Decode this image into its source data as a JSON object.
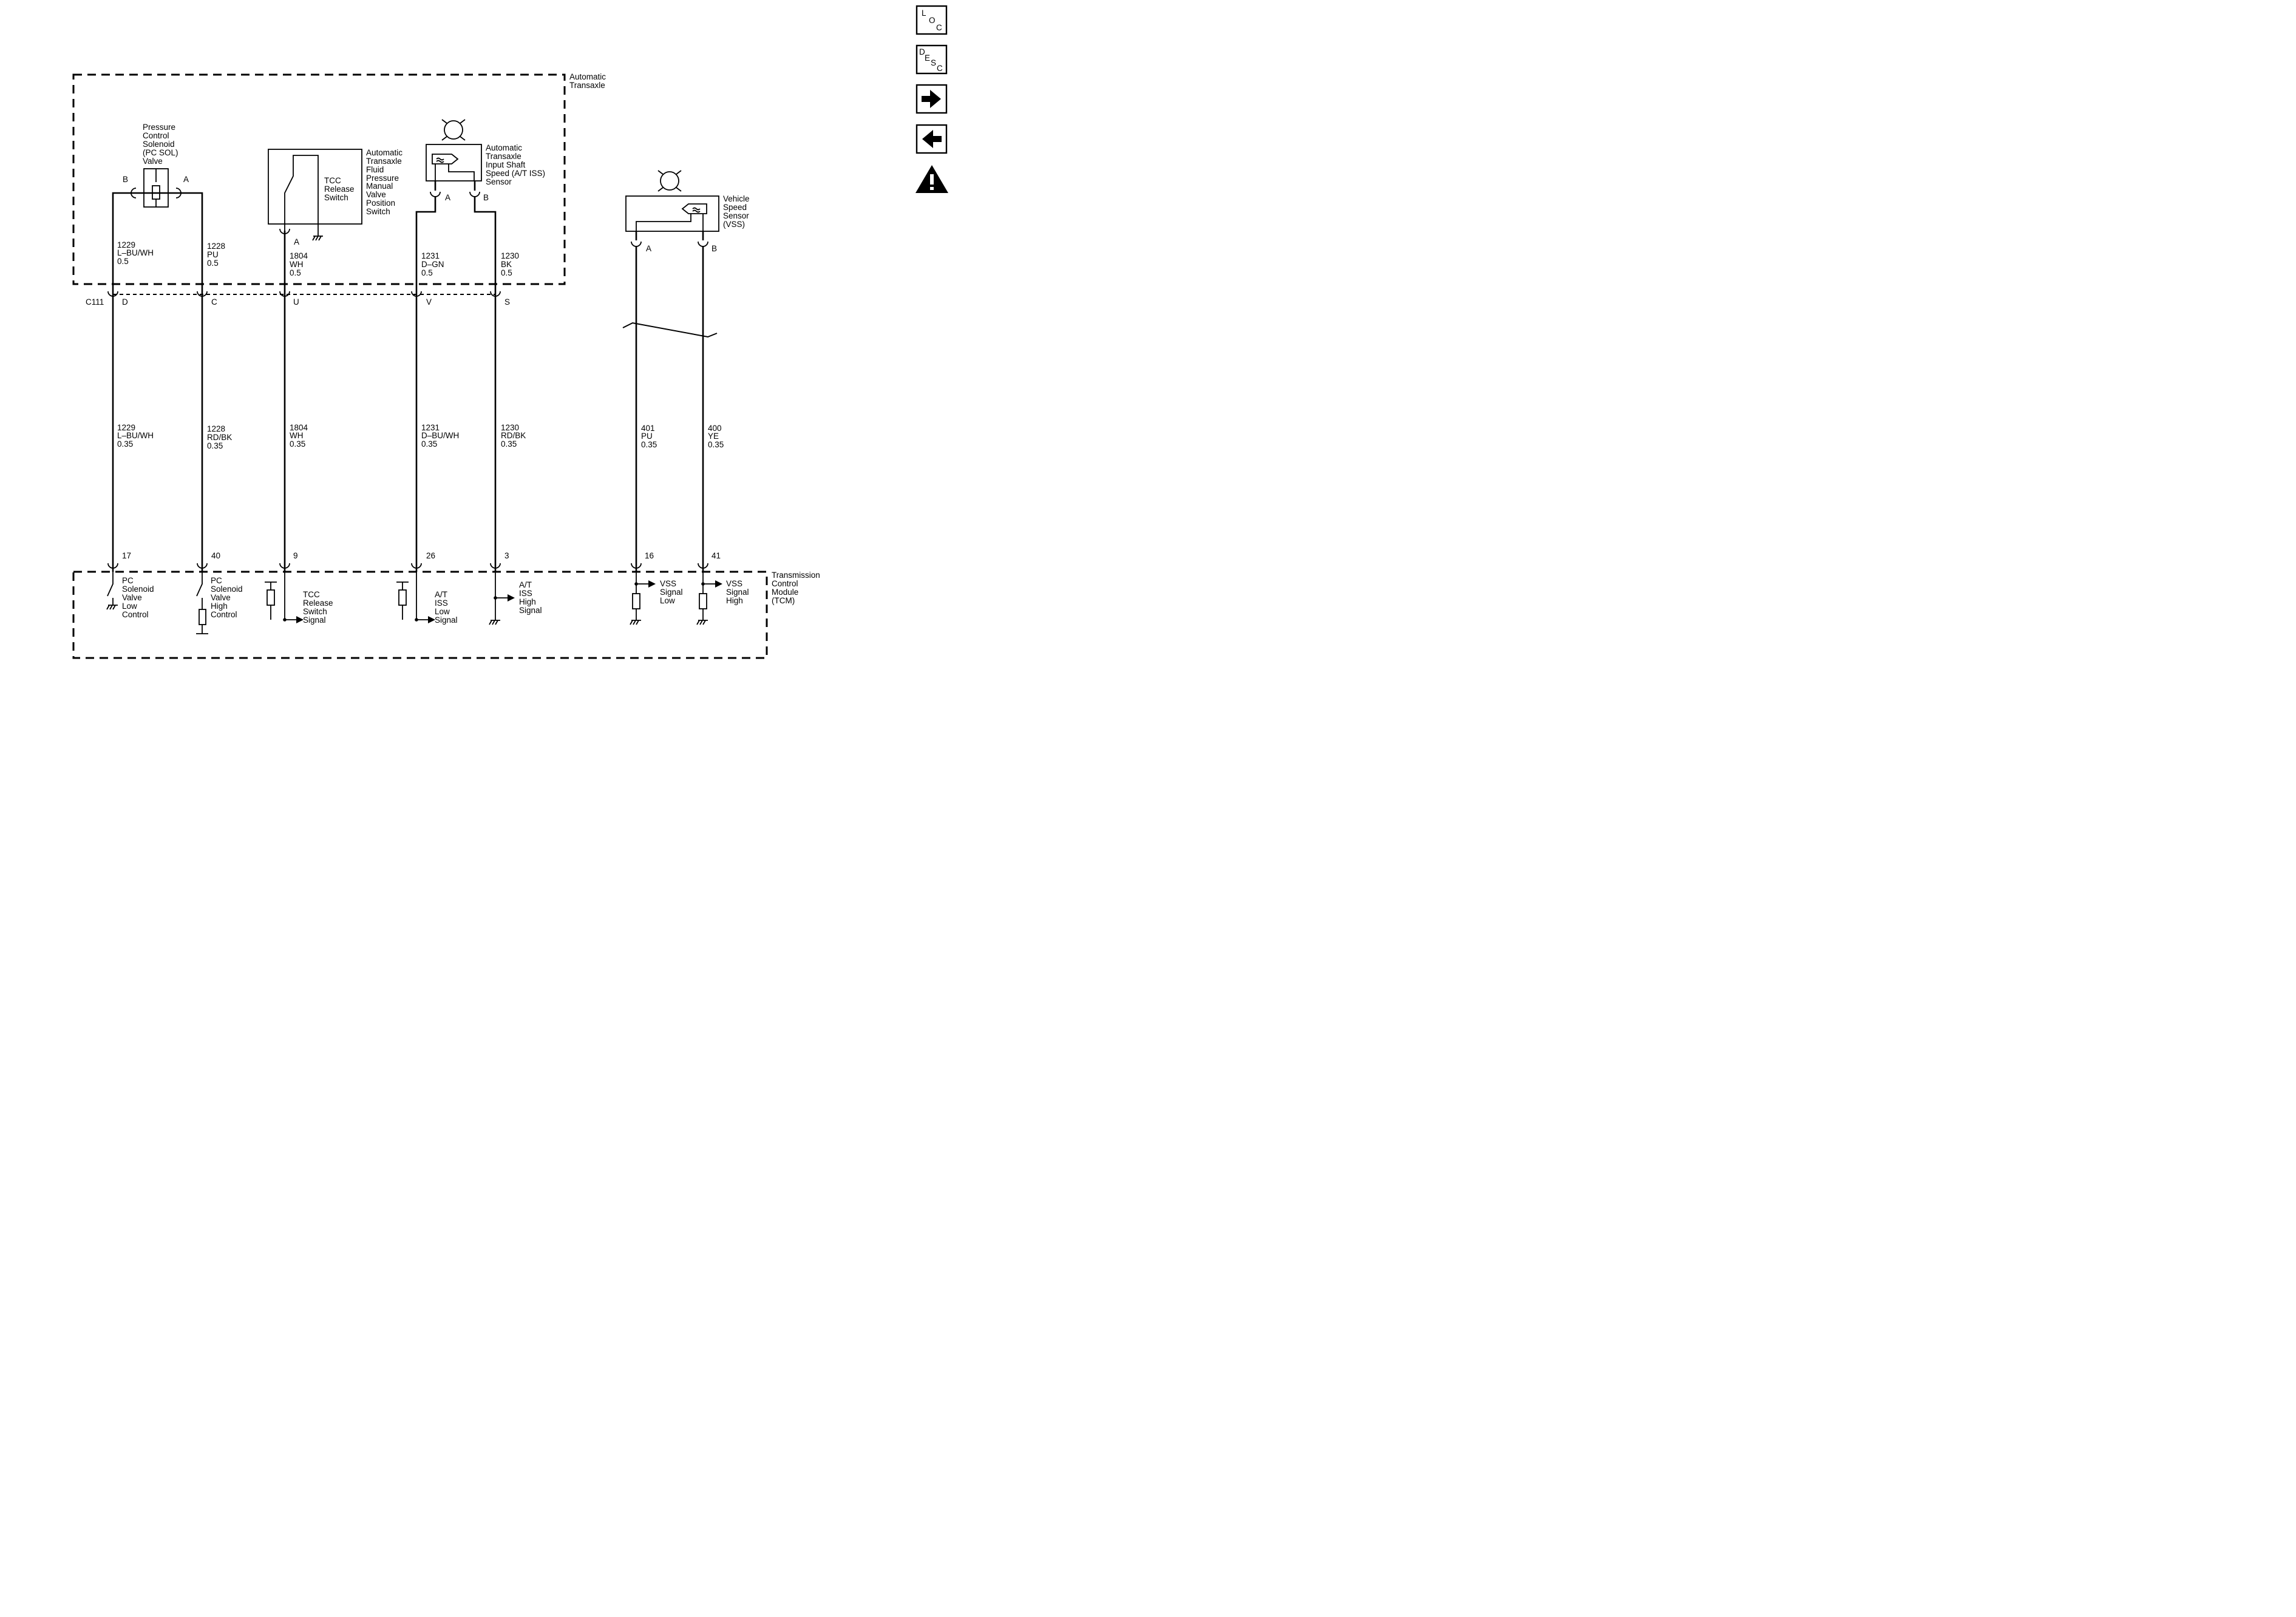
{
  "nav": {
    "loc": [
      "L",
      "O",
      "C"
    ],
    "desc": [
      "D",
      "E",
      "S",
      "C"
    ],
    "next_icon": "arrow-right-icon",
    "prev_icon": "arrow-left-icon",
    "warning_icon": "warning-icon"
  },
  "regions": {
    "transaxle": [
      "Automatic",
      "Transaxle"
    ],
    "tcm": [
      "Transmission",
      "Control",
      "Module",
      "(TCM)"
    ]
  },
  "connector": {
    "name": "C111",
    "pins": [
      "D",
      "C",
      "U",
      "V",
      "S"
    ]
  },
  "components": {
    "pc_sol": {
      "label": [
        "Pressure",
        "Control",
        "Solenoid",
        "(PC SOL)",
        "Valve"
      ],
      "pin_b": "B",
      "pin_a": "A"
    },
    "tcc_switch": {
      "inner": [
        "TCC",
        "Release",
        "Switch"
      ],
      "label": [
        "Automatic",
        "Transaxle",
        "Fluid",
        "Pressure",
        "Manual",
        "Valve",
        "Position",
        "Switch"
      ],
      "pin": "A"
    },
    "iss": {
      "label": [
        "Automatic",
        "Transaxle",
        "Input Shaft",
        "Speed (A/T ISS)",
        "Sensor"
      ],
      "pin_a": "A",
      "pin_b": "B"
    },
    "vss": {
      "label": [
        "Vehicle",
        "Speed",
        "Sensor",
        "(VSS)"
      ],
      "pin_a": "A",
      "pin_b": "B"
    }
  },
  "wires_upper": [
    [
      "1229",
      "L–BU/WH",
      "0.5"
    ],
    [
      "1228",
      "PU",
      "0.5"
    ],
    [
      "1804",
      "WH",
      "0.5"
    ],
    [
      "1231",
      "D–GN",
      "0.5"
    ],
    [
      "1230",
      "BK",
      "0.5"
    ]
  ],
  "wires_lower": [
    [
      "1229",
      "L–BU/WH",
      "0.35"
    ],
    [
      "1228",
      "RD/BK",
      "0.35"
    ],
    [
      "1804",
      "WH",
      "0.35"
    ],
    [
      "1231",
      "D–BU/WH",
      "0.35"
    ],
    [
      "1230",
      "RD/BK",
      "0.35"
    ],
    [
      "401",
      "PU",
      "0.35"
    ],
    [
      "400",
      "YE",
      "0.35"
    ]
  ],
  "tcm_pins": [
    "17",
    "40",
    "9",
    "26",
    "3",
    "16",
    "41"
  ],
  "tcm_circuits": [
    [
      "PC",
      "Solenoid",
      "Valve",
      "Low",
      "Control"
    ],
    [
      "PC",
      "Solenoid",
      "Valve",
      "High",
      "Control"
    ],
    [
      "TCC",
      "Release",
      "Switch",
      "Signal"
    ],
    [
      "A/T",
      "ISS",
      "Low",
      "Signal"
    ],
    [
      "A/T",
      "ISS",
      "High",
      "Signal"
    ],
    [
      "VSS",
      "Signal",
      "Low"
    ],
    [
      "VSS",
      "Signal",
      "High"
    ]
  ]
}
